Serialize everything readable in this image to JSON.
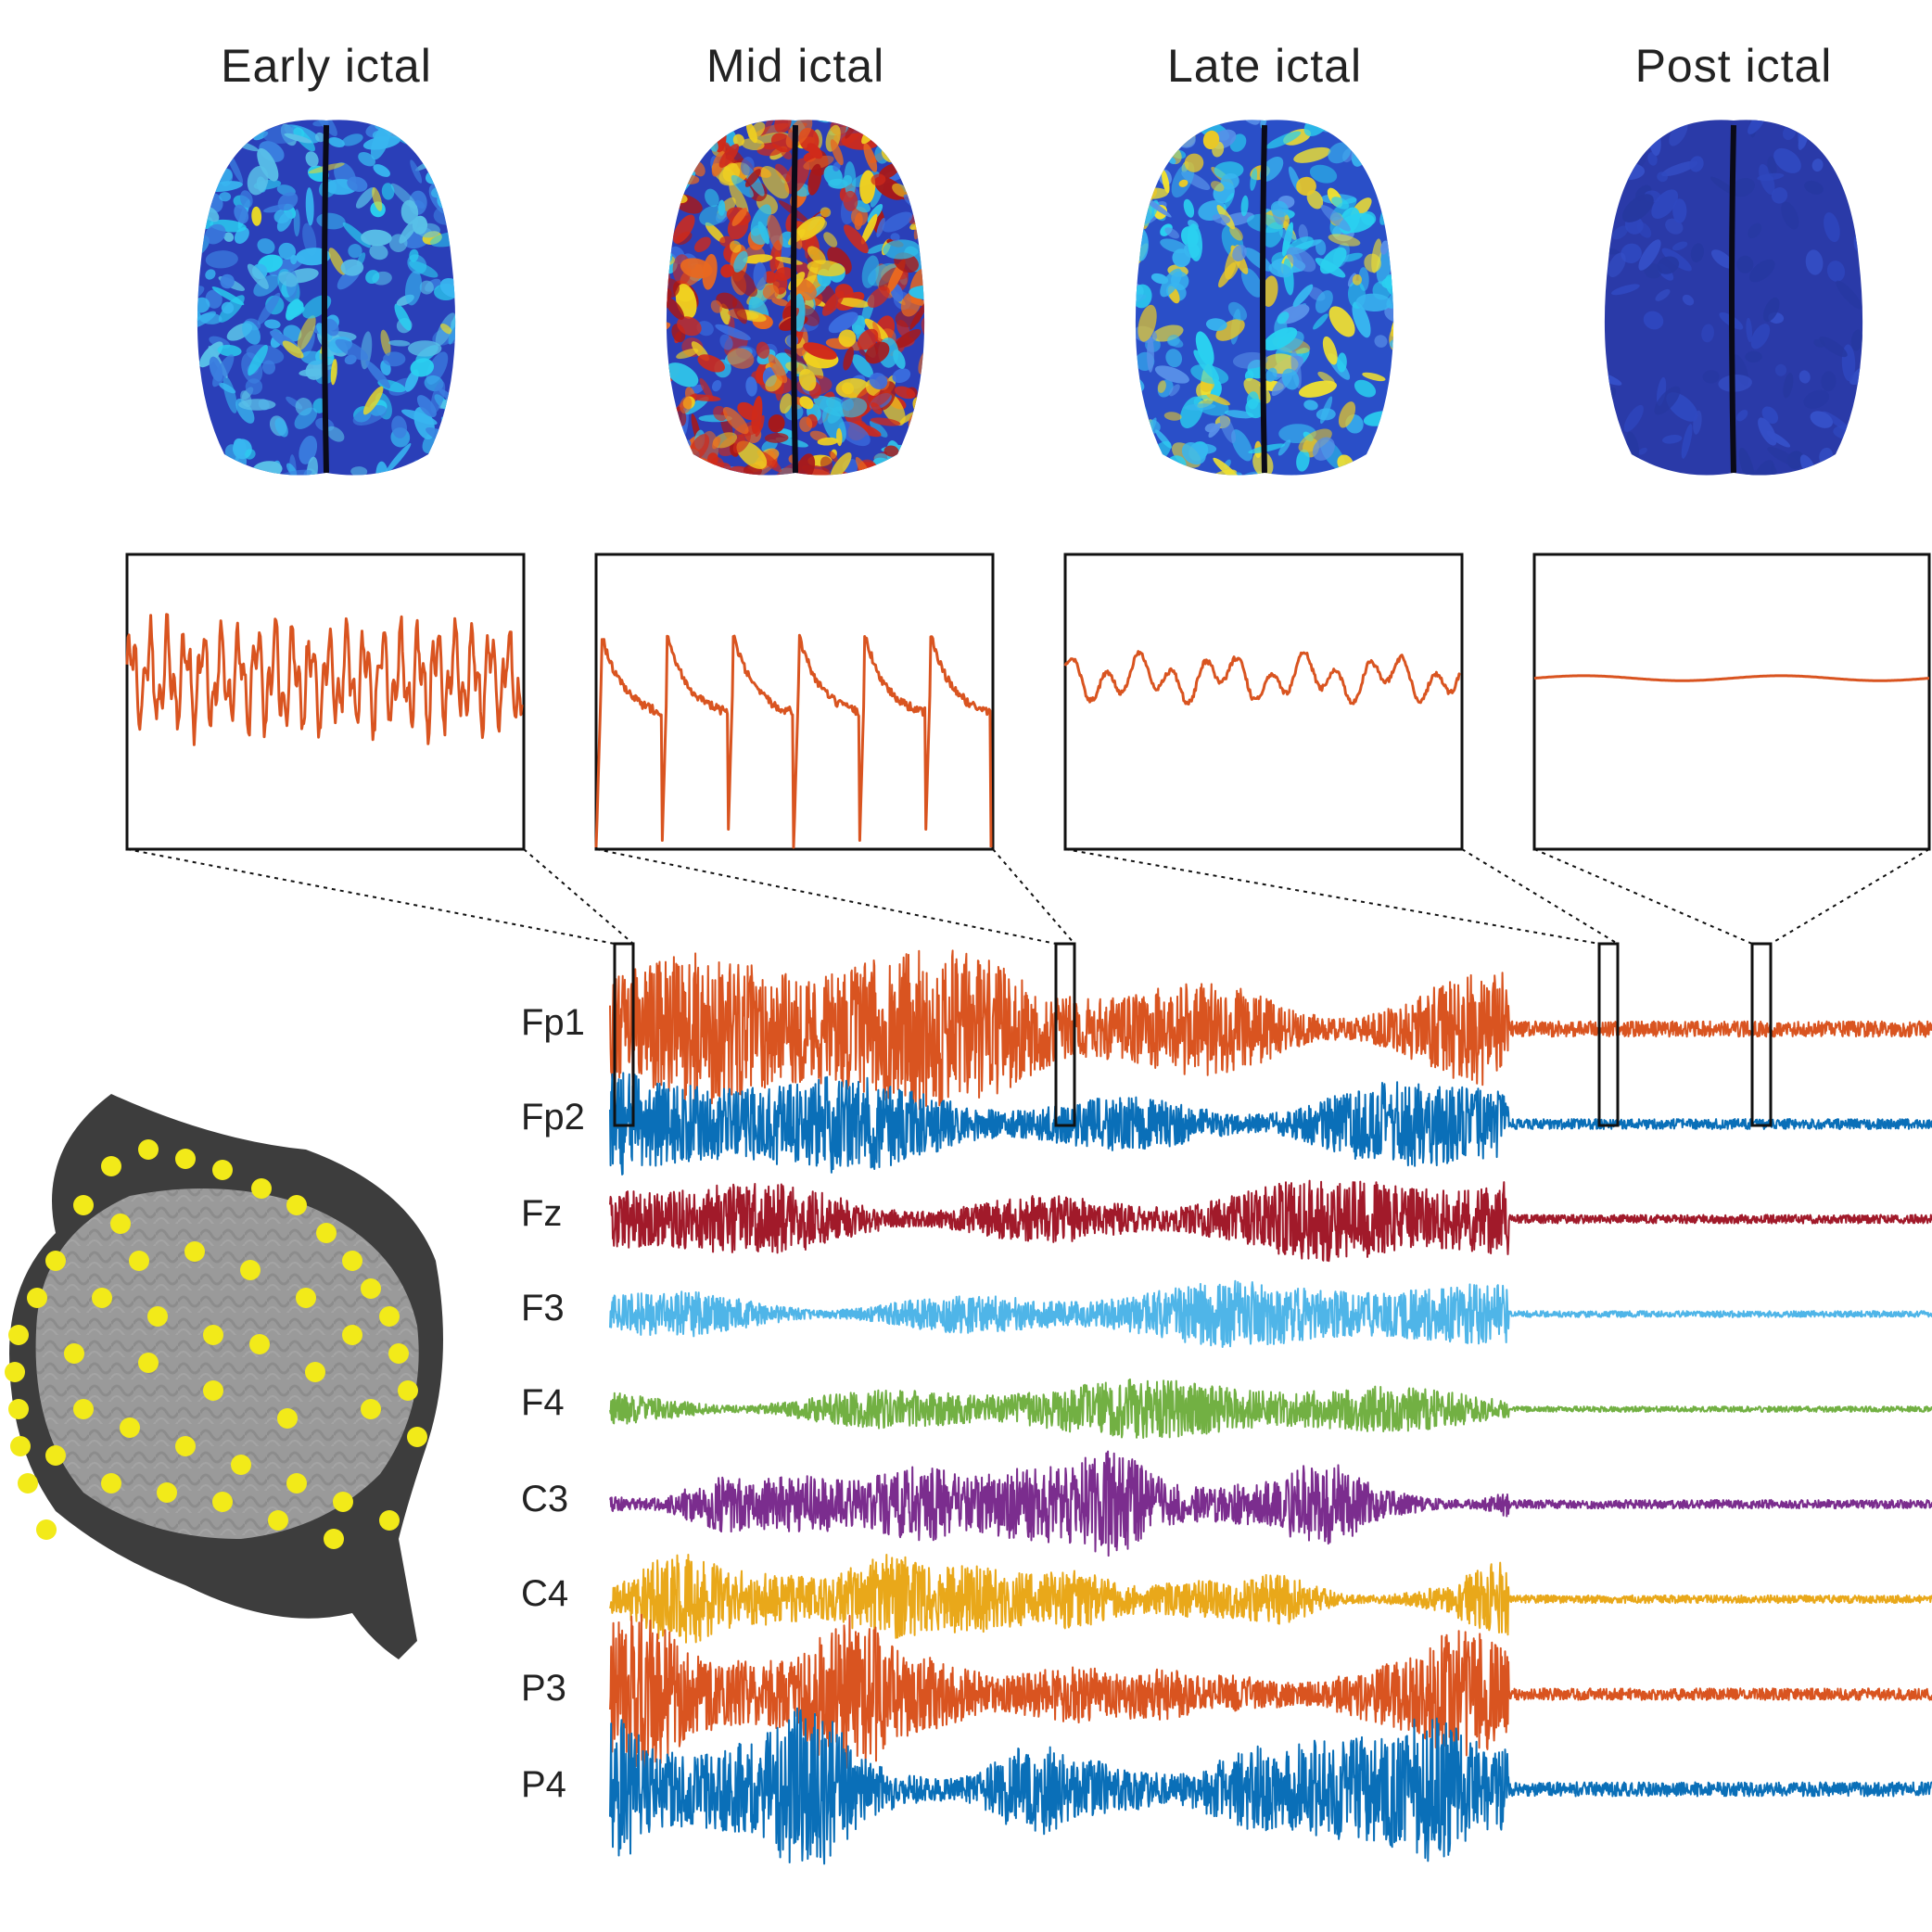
{
  "phases": [
    {
      "id": "early",
      "title": "Early ictal",
      "map_palette": "blue-cyan"
    },
    {
      "id": "mid",
      "title": "Mid ictal",
      "map_palette": "jet-hot"
    },
    {
      "id": "late",
      "title": "Late ictal",
      "map_palette": "blue-yellow"
    },
    {
      "id": "post",
      "title": "Post ictal",
      "map_palette": "deep-blue"
    }
  ],
  "zoom_windows": {
    "early": {
      "time_fraction": 0.0,
      "amplitude": 0.55,
      "frequency": 22,
      "style": "spiky"
    },
    "mid": {
      "time_fraction": 0.43,
      "amplitude": 1.0,
      "frequency": 6,
      "style": "spike-wave"
    },
    "late": {
      "time_fraction": 0.93,
      "amplitude": 0.3,
      "frequency": 12,
      "style": "rolling"
    },
    "post": {
      "time_fraction": 1.08,
      "amplitude": 0.02,
      "frequency": 2,
      "style": "flat"
    }
  },
  "trace_color": "#d95420",
  "channels": [
    {
      "name": "Fp1",
      "color": "#d95420",
      "amp": 1.0
    },
    {
      "name": "Fp2",
      "color": "#0a6fb8",
      "amp": 0.65
    },
    {
      "name": "Fz",
      "color": "#a11a2a",
      "amp": 0.55
    },
    {
      "name": "F3",
      "color": "#4fb5e8",
      "amp": 0.4
    },
    {
      "name": "F4",
      "color": "#72b043",
      "amp": 0.35
    },
    {
      "name": "C3",
      "color": "#7b2d8e",
      "amp": 0.55
    },
    {
      "name": "C4",
      "color": "#e9a81a",
      "amp": 0.5
    },
    {
      "name": "P3",
      "color": "#d95420",
      "amp": 0.75
    },
    {
      "name": "P4",
      "color": "#0a6fb8",
      "amp": 0.9
    }
  ],
  "head_model": {
    "scalp_color": "#3d3d3d",
    "cortex_color": "#9a9a9a",
    "electrode_color": "#f2ea19"
  }
}
